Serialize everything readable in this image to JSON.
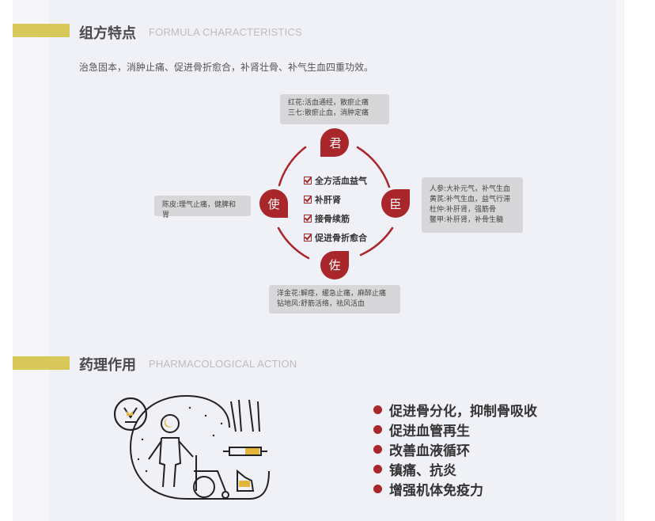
{
  "section1": {
    "title": "组方特点",
    "subtitle": "FORMULA CHARACTERISTICS",
    "intro": "治急固本，消肿止痛、促进骨折愈合，补肾壮骨、补气生血四重功效。"
  },
  "diagram": {
    "nodes": [
      {
        "role": "jun",
        "label": "君"
      },
      {
        "role": "chen",
        "label": "臣"
      },
      {
        "role": "zuo",
        "label": "佐"
      },
      {
        "role": "shi",
        "label": "使"
      }
    ],
    "top_card": [
      "红花:活血通经，散瘀止痛",
      "三七:散瘀止血，消肿定痛"
    ],
    "right_card": [
      "人参:大补元气，补气生血",
      "黄芪:补气生血，益气行滞",
      "杜仲:补肝肾，强筋骨",
      "鳖甲:补肝肾，补骨生髓"
    ],
    "bottom_card": [
      "洋金花:解痉，缓急止痛，麻醉止痛",
      "钻地风:舒筋活络，祛风活血"
    ],
    "left_card": [
      "陈皮:理气止痛，健脾和胃"
    ],
    "center_items": [
      "全方活血益气",
      "补肝肾",
      "接骨续筋",
      "促进骨折愈合"
    ],
    "accent": "#a9262b"
  },
  "section2": {
    "title": "药理作用",
    "subtitle": "PHARMACOLOGICAL ACTION",
    "effects": [
      "促进骨分化，抑制骨吸收",
      "促进血管再生",
      "改善血液循环",
      "镇痛、抗炎",
      "增强机体免疫力"
    ]
  }
}
